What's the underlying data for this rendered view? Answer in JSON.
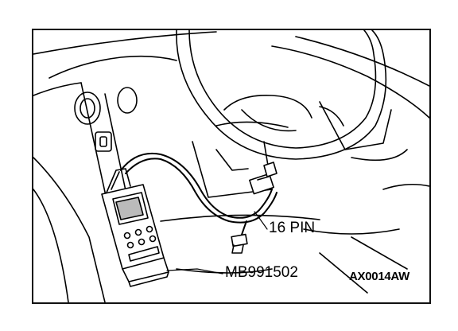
{
  "figure": {
    "callouts": {
      "connector_pin_label": "16 PIN",
      "tester_part_number": "MB991502"
    },
    "figure_code": "AX0014AW"
  },
  "icons": [
    "steering-wheel-icon",
    "diagnostic-tester-icon",
    "connector-icon"
  ]
}
